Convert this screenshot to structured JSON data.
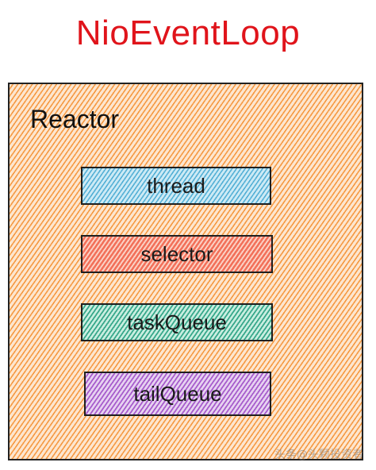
{
  "diagram": {
    "title": "NioEventLoop",
    "container": {
      "label": "Reactor"
    },
    "components": [
      {
        "label": "thread",
        "color": "#48aad2"
      },
      {
        "label": "selector",
        "color": "#f05f46"
      },
      {
        "label": "taskQueue",
        "color": "#28a082"
      },
      {
        "label": "tailQueue",
        "color": "#a050c8"
      }
    ],
    "accent_color": "#e0141b",
    "container_color": "#f5963c"
  },
  "watermark": "头条@头颗投资者"
}
